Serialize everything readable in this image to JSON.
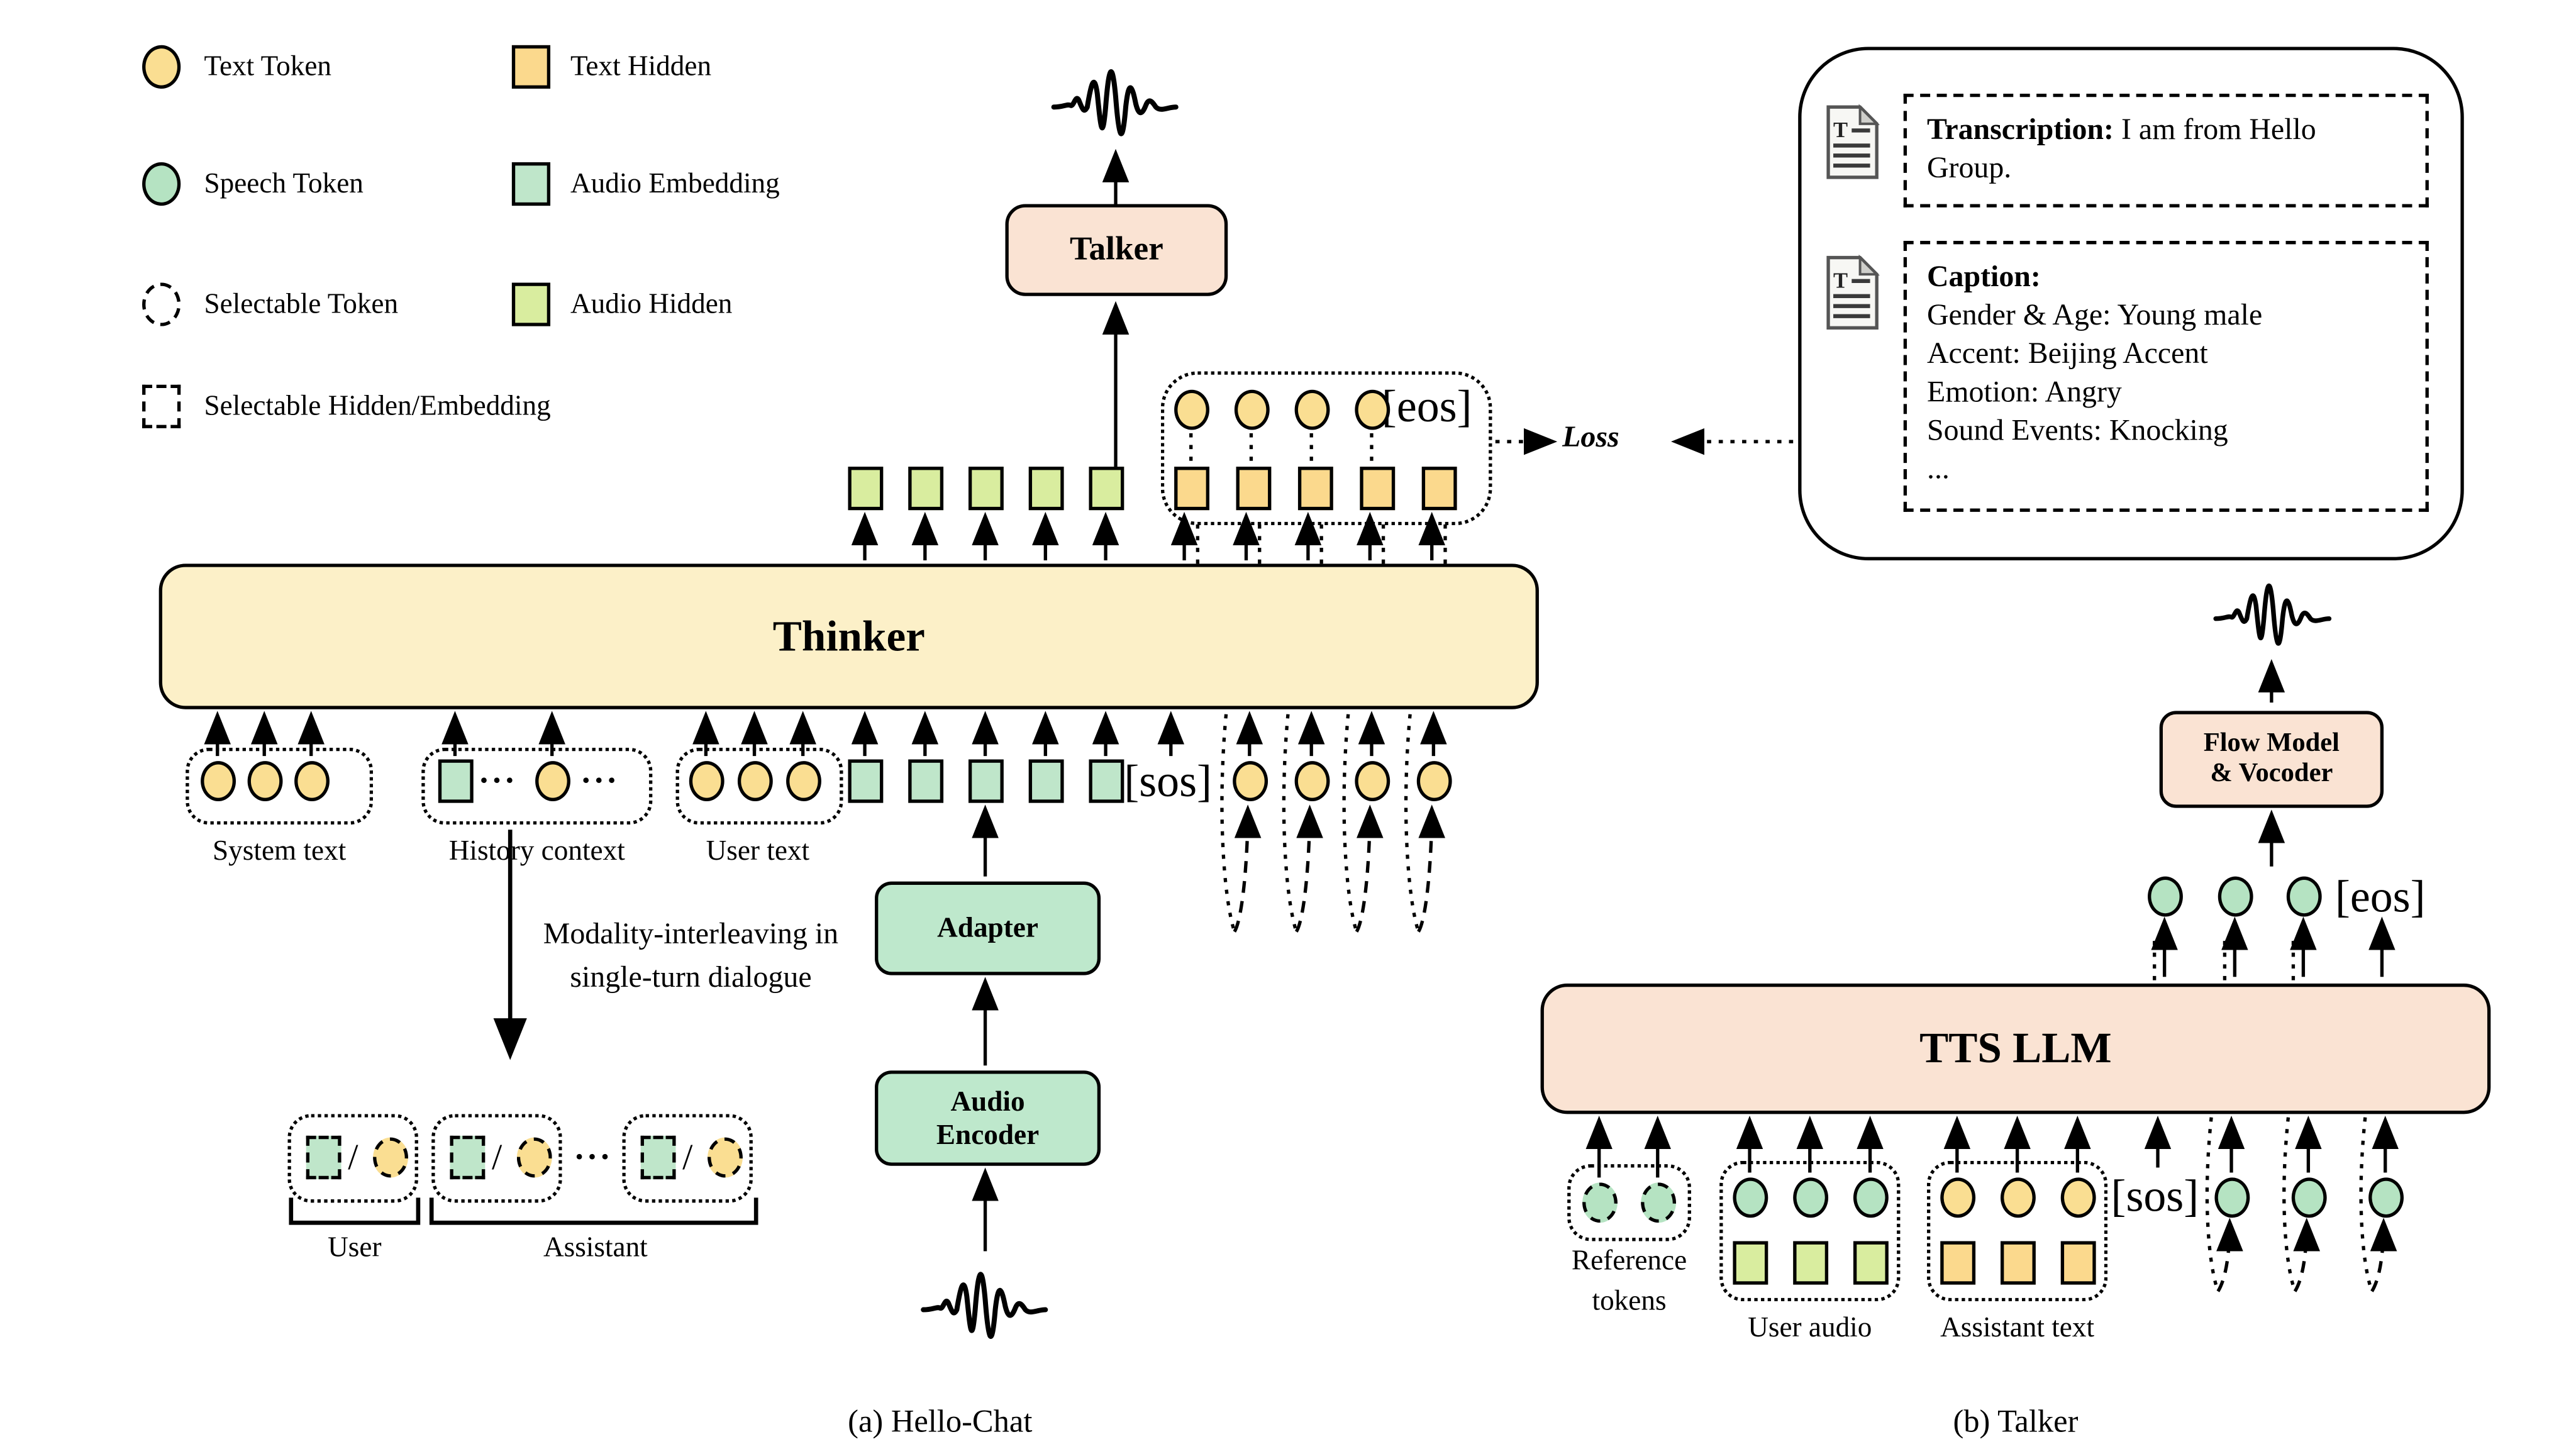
{
  "colors": {
    "text_token": "#FADE92",
    "text_hidden": "#FBD98D",
    "speech_token": "#B5E3C2",
    "audio_embedding": "#BFE6CA",
    "audio_hidden": "#D9ED9F",
    "thinker_fill": "#FCF0C8",
    "pink_fill": "#FAE3D3",
    "green_box_fill": "#BEE8CC",
    "stroke": "#000000"
  },
  "legend": {
    "col1": [
      {
        "icon": "text-token-icon",
        "type": "text_token",
        "shape": "circle",
        "dashed": false,
        "label": "Text Token"
      },
      {
        "icon": "speech-token-icon",
        "type": "speech_token",
        "shape": "circle",
        "dashed": false,
        "label": "Speech Token"
      },
      {
        "icon": "selectable-token-icon",
        "type": "none",
        "shape": "circle",
        "dashed": true,
        "label": "Selectable Token"
      },
      {
        "icon": "selectable-hidden-icon",
        "type": "none",
        "shape": "square",
        "dashed": true,
        "label": "Selectable Hidden/Embedding"
      }
    ],
    "col2": [
      {
        "icon": "text-hidden-icon",
        "type": "text_hidden",
        "shape": "square",
        "dashed": false,
        "label": "Text Hidden"
      },
      {
        "icon": "audio-embedding-icon",
        "type": "audio_embedding",
        "shape": "square",
        "dashed": false,
        "label": "Audio Embedding"
      },
      {
        "icon": "audio-hidden-icon",
        "type": "audio_hidden",
        "shape": "square",
        "dashed": false,
        "label": "Audio Hidden"
      }
    ]
  },
  "boxes": {
    "talker": "Talker",
    "thinker": "Thinker",
    "adapter": "Adapter",
    "audio_encoder_line1": "Audio",
    "audio_encoder_line2": "Encoder",
    "flow_line1": "Flow Model",
    "flow_line2": "& Vocoder",
    "tts_llm": "TTS LLM"
  },
  "labels": {
    "system_text": "System text",
    "history_context": "History context",
    "user_text": "User text",
    "sos": "[sos]",
    "eos": "[eos]",
    "sos_right": "[sos]",
    "eos_right": "[eos]",
    "loss": "Loss",
    "modality_line1": "Modality-interleaving in",
    "modality_line2": "single-turn dialogue",
    "user": "User",
    "assistant": "Assistant",
    "ellipsis": "···",
    "slash": "/",
    "reference_line1": "Reference",
    "reference_line2": "tokens",
    "user_audio": "User audio",
    "assistant_text": "Assistant text",
    "caption_a": "(a) Hello-Chat",
    "caption_b": "(b) Talker"
  },
  "panel": {
    "transcription_label": "Transcription:",
    "transcription_text": " I am from Hello Group.",
    "caption_label": "Caption:",
    "caption_lines": [
      "Gender & Age: Young male",
      "Accent: Beijing Accent",
      "Emotion: Angry",
      "Sound Events: Knocking",
      "..."
    ]
  },
  "sequences": {
    "thinker_inputs": {
      "system_text": [
        "text_token",
        "text_token",
        "text_token"
      ],
      "history_context": [
        "audio_embedding",
        "text_token"
      ],
      "user_text": [
        "text_token",
        "text_token",
        "text_token"
      ],
      "audio_embeddings": [
        "audio_embedding",
        "audio_embedding",
        "audio_embedding",
        "audio_embedding",
        "audio_embedding"
      ],
      "generated_text_tokens": [
        "text_token",
        "text_token",
        "text_token",
        "text_token"
      ]
    },
    "thinker_outputs": {
      "audio_hidden": [
        "audio_hidden",
        "audio_hidden",
        "audio_hidden",
        "audio_hidden",
        "audio_hidden"
      ],
      "text_hidden": [
        "text_hidden",
        "text_hidden",
        "text_hidden",
        "text_hidden",
        "text_hidden"
      ],
      "text_tokens": [
        "text_token",
        "text_token",
        "text_token",
        "text_token"
      ]
    },
    "interleave_cells": [
      {
        "group": "user",
        "items": [
          "selectable_audio_embedding",
          "selectable_text_token"
        ]
      },
      {
        "group": "assistant",
        "items": [
          "selectable_audio_embedding",
          "selectable_text_token"
        ]
      },
      {
        "group": "assistant",
        "items": [
          "selectable_audio_embedding",
          "selectable_text_token"
        ]
      }
    ],
    "tts_inputs": {
      "reference_tokens": [
        "selectable_speech_token",
        "selectable_speech_token"
      ],
      "user_audio_tokens": [
        "speech_token",
        "speech_token",
        "speech_token"
      ],
      "user_audio_hidden": [
        "audio_hidden",
        "audio_hidden",
        "audio_hidden"
      ],
      "assistant_text_tokens": [
        "text_token",
        "text_token",
        "text_token"
      ],
      "assistant_text_hidden": [
        "text_hidden",
        "text_hidden",
        "text_hidden"
      ],
      "feedback_speech_tokens": [
        "speech_token",
        "speech_token",
        "speech_token"
      ]
    },
    "tts_outputs": [
      "speech_token",
      "speech_token",
      "speech_token"
    ]
  }
}
